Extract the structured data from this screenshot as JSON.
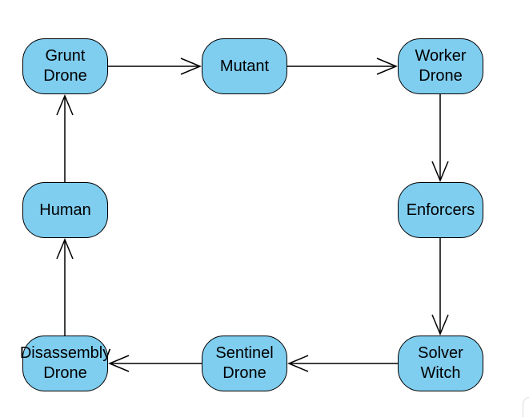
{
  "diagram": {
    "colors": {
      "background": "#ffffff",
      "node-fill": "#7FCDEF",
      "node-border": "#000000",
      "edge-color": "#000000"
    },
    "nodes": [
      {
        "id": "grunt-drone",
        "label": "Grunt\nDrone"
      },
      {
        "id": "mutant",
        "label": "Mutant"
      },
      {
        "id": "worker-drone",
        "label": "Worker\nDrone"
      },
      {
        "id": "human",
        "label": "Human"
      },
      {
        "id": "enforcers",
        "label": "Enforcers"
      },
      {
        "id": "disassembly-drone",
        "label": "Disassembly\nDrone"
      },
      {
        "id": "sentinel-drone",
        "label": "Sentinel\nDrone"
      },
      {
        "id": "solver-witch",
        "label": "Solver\nWitch"
      }
    ],
    "edges": [
      {
        "from": "grunt-drone",
        "to": "mutant"
      },
      {
        "from": "mutant",
        "to": "worker-drone"
      },
      {
        "from": "worker-drone",
        "to": "enforcers"
      },
      {
        "from": "enforcers",
        "to": "solver-witch"
      },
      {
        "from": "solver-witch",
        "to": "sentinel-drone"
      },
      {
        "from": "sentinel-drone",
        "to": "disassembly-drone"
      },
      {
        "from": "disassembly-drone",
        "to": "human"
      },
      {
        "from": "human",
        "to": "grunt-drone"
      }
    ]
  }
}
